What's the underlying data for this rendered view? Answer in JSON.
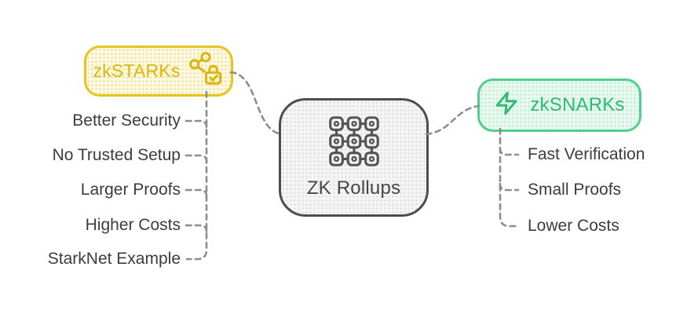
{
  "diagram": {
    "center_node": {
      "label": "ZK Rollups",
      "icon": "blockchain-grid-icon",
      "border_color": "#4d4d4d",
      "text_color": "#474747"
    },
    "branches": {
      "left": {
        "label": "zkSTARKs",
        "icon": "share-lock-icon",
        "accent_color": "#e6c41f",
        "items": [
          "Better Security",
          "No Trusted Setup",
          "Larger Proofs",
          "Higher Costs",
          "StarkNet Example"
        ]
      },
      "right": {
        "label": "zkSNARKs",
        "icon": "lightning-icon",
        "accent_color": "#4fd18c",
        "items": [
          "Fast Verification",
          "Small Proofs",
          "Lower Costs"
        ]
      }
    },
    "colors": {
      "connector": "#8d8d8d",
      "leaf_text": "#3c3c3c",
      "zkstarks_fill": "#fdf9e5",
      "zksnarks_fill": "#e9f9f0",
      "center_fill": "#f5f5f5"
    }
  }
}
